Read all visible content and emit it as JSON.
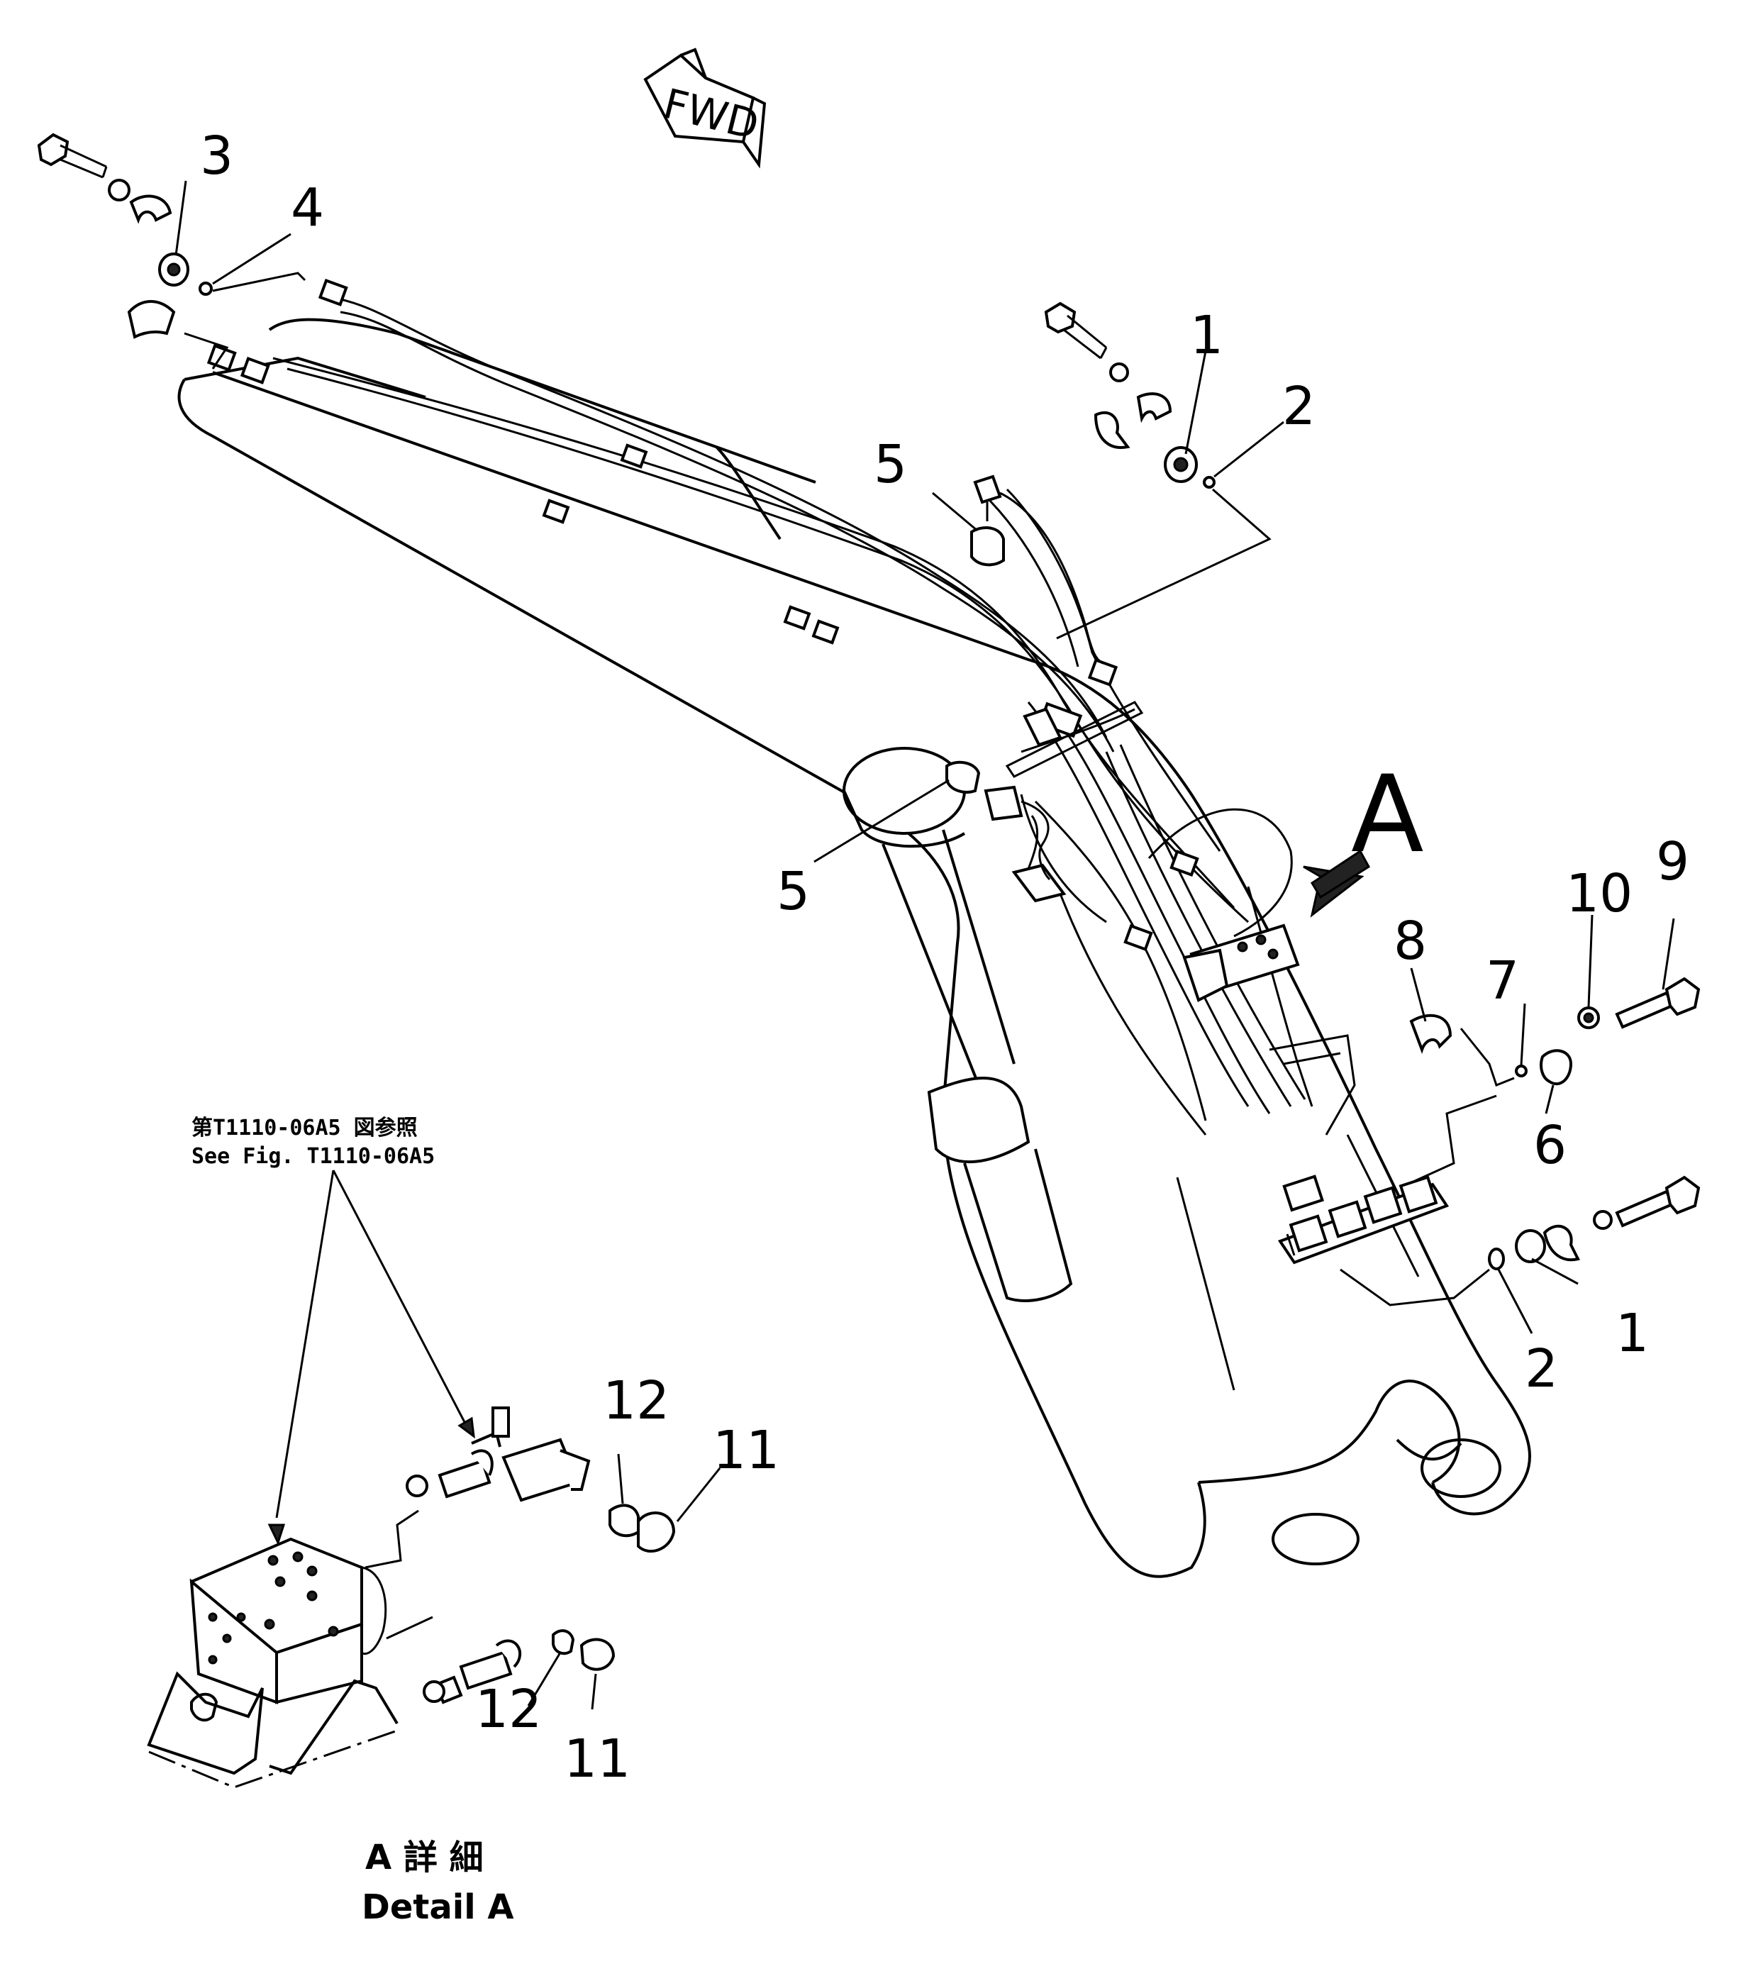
{
  "direction_tag": "FWD",
  "detail_marker": "A",
  "callouts": [
    "1",
    "2",
    "3",
    "4",
    "5",
    "5",
    "6",
    "7",
    "8",
    "9",
    "10",
    "1",
    "2",
    "11",
    "12",
    "11",
    "12"
  ],
  "reference_note": {
    "japanese": "第T1110-06A5 図参照",
    "english": "See Fig. T1110-06A5"
  },
  "detail_caption": {
    "japanese": "A 詳 細",
    "english": "Detail A"
  }
}
